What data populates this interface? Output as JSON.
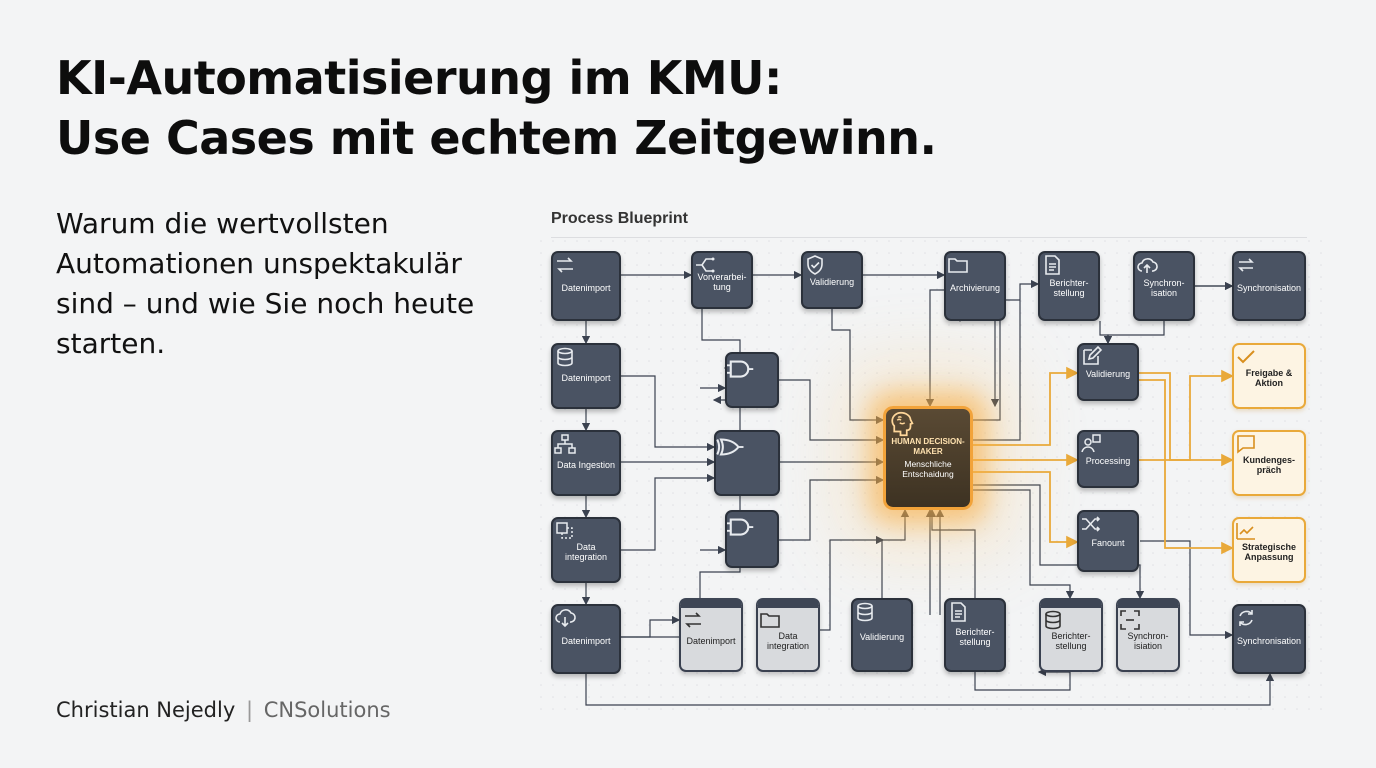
{
  "header": {
    "title_line1": "KI-Automatisierung im KMU:",
    "title_line2": "Use Cases mit echtem Zeitgewinn.",
    "subtitle": "Warum die wertvollsten Automationen unspektakulär sind – und wie Sie noch heute starten."
  },
  "footer": {
    "author": "Christian Nejedly",
    "separator": "|",
    "org": "CNSolutions"
  },
  "blueprint": {
    "title": "Process Blueprint",
    "center": {
      "title": "HUMAN DECISION-MAKER",
      "label": "Menschliche Entschaidung",
      "icon": "brain-head-icon"
    },
    "nodes": [
      {
        "id": "n1",
        "label": "Datenimport",
        "icon": "arrows-exchange-icon"
      },
      {
        "id": "n2",
        "label": "Vorverarbei-tung",
        "icon": "network-icon"
      },
      {
        "id": "n3",
        "label": "Validierung",
        "icon": "shield-check-icon"
      },
      {
        "id": "n4",
        "label": "Archivierung",
        "icon": "folder-icon"
      },
      {
        "id": "n5",
        "label": "Berichter-stellung",
        "icon": "document-icon"
      },
      {
        "id": "n6",
        "label": "Synchron-isation",
        "icon": "cloud-upload-icon"
      },
      {
        "id": "n7",
        "label": "Synchronisation",
        "icon": "sync-icon"
      },
      {
        "id": "n8",
        "label": "Datenimport",
        "icon": "database-icon"
      },
      {
        "id": "n9",
        "label": "Validierung",
        "icon": "edit-icon"
      },
      {
        "id": "n10",
        "label": "Freigabe & Aktion",
        "icon": "check-icon"
      },
      {
        "id": "n11",
        "label": "Data Ingestion",
        "icon": "hierarchy-icon"
      },
      {
        "id": "n12",
        "label": "Processing",
        "icon": "processing-icon"
      },
      {
        "id": "n13",
        "label": "Kundenges-präch",
        "icon": "chat-icon"
      },
      {
        "id": "n14",
        "label": "Data integration",
        "icon": "integration-icon"
      },
      {
        "id": "n15",
        "label": "Fanount",
        "icon": "shuffle-icon"
      },
      {
        "id": "n16",
        "label": "Strategische Anpassung",
        "icon": "trend-icon"
      },
      {
        "id": "n17",
        "label": "Datenimport",
        "icon": "cloud-download-icon"
      },
      {
        "id": "n18",
        "label": "Datenimport",
        "icon": "arrows-exchange-icon"
      },
      {
        "id": "n19",
        "label": "Data integration",
        "icon": "folder-icon"
      },
      {
        "id": "n20",
        "label": "Validierung",
        "icon": "database-icon"
      },
      {
        "id": "n21",
        "label": "Berichter-stellung",
        "icon": "document-icon"
      },
      {
        "id": "n22",
        "label": "Berichter-stellung",
        "icon": "database-icon"
      },
      {
        "id": "n23",
        "label": "Synchron-isiation",
        "icon": "scan-icon"
      },
      {
        "id": "n24",
        "label": "Synchronisation",
        "icon": "refresh-icon"
      },
      {
        "id": "g1",
        "label": "",
        "icon": "and-gate-icon"
      },
      {
        "id": "g2",
        "label": "",
        "icon": "xor-gate-icon"
      },
      {
        "id": "g3",
        "label": "",
        "icon": "and-gate-icon"
      }
    ]
  },
  "colors": {
    "accent": "#f2a33a",
    "node_dark": "#4a5363",
    "node_light": "#d8dadd",
    "background": "#f3f4f5"
  }
}
